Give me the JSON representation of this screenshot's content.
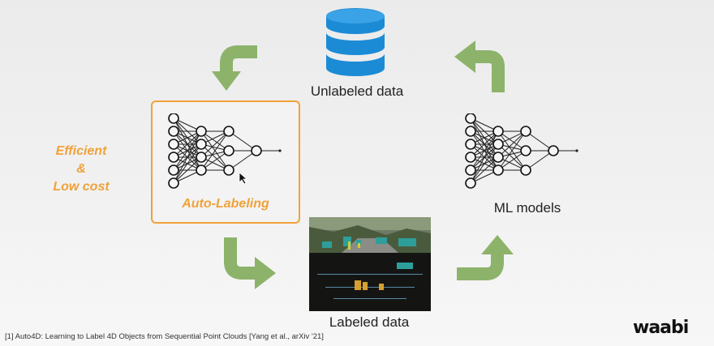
{
  "nodes": {
    "unlabeled": "Unlabeled data",
    "auto_labeling": "Auto-Labeling",
    "labeled": "Labeled data",
    "ml_models": "ML models"
  },
  "benefit": {
    "line1": "Efficient",
    "line2": "&",
    "line3": "Low cost"
  },
  "footnote": "[1] Auto4D: Learning to Label 4D Objects from Sequential Point Clouds [Yang et al., arXiv '21]",
  "logo": "waabi",
  "colors": {
    "accent_orange": "#f0a23a",
    "arrow_green": "#8db36b",
    "database_blue": "#1c8bd6"
  },
  "icons": [
    "database-icon",
    "neural-network-icon",
    "curved-arrow-icon",
    "cursor-icon"
  ]
}
